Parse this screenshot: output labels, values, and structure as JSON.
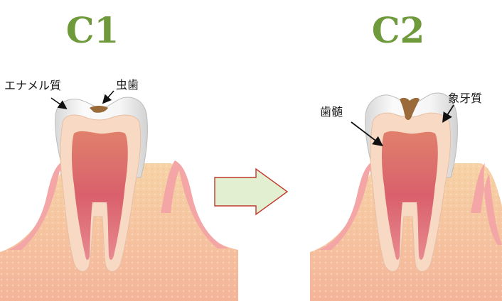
{
  "stages": {
    "c1": {
      "title": "C1"
    },
    "c2": {
      "title": "C2"
    }
  },
  "labels": {
    "enamel": "エナメル質",
    "caries": "虫歯",
    "pulp": "歯髄",
    "dentin": "象牙質"
  },
  "colors": {
    "title_green": "#6f9a3c",
    "arrow_fill": "#e2efd0",
    "arrow_stroke": "#c0392b",
    "enamel": "#f1f1f1",
    "dentin": "#f8d9c4",
    "pulp": "#d9606c",
    "gum": "#f4a6a6",
    "bone": "#f6c9a4",
    "caries": "#9b6a3a"
  }
}
